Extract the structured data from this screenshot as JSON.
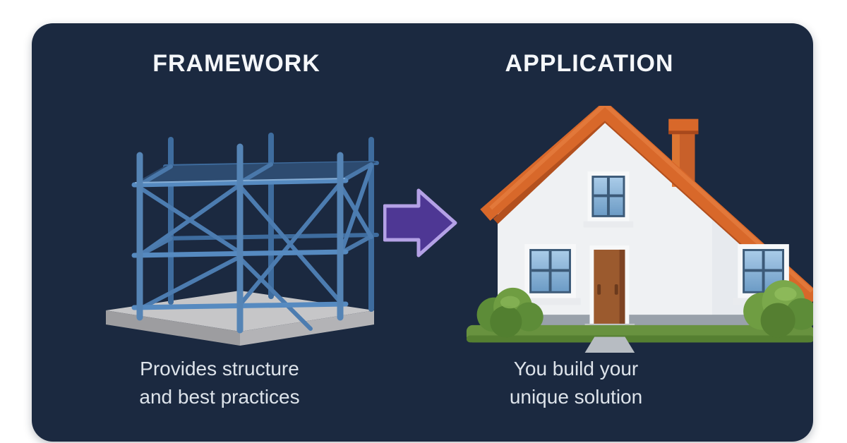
{
  "card": {
    "background": "#1b2940",
    "corner_radius": 30
  },
  "panels": [
    {
      "id": "framework",
      "title": "FRAMEWORK",
      "illustration": "scaffolding-icon",
      "caption_lines": [
        "Provides structure",
        "and best practices"
      ]
    },
    {
      "id": "application",
      "title": "APPLICATION",
      "illustration": "house-icon",
      "caption_lines": [
        "You build your",
        "unique solution"
      ]
    }
  ],
  "arrow": {
    "icon": "right-arrow-icon",
    "direction": "right",
    "fill": "#4e3794",
    "stroke": "#b4a1e6"
  },
  "colors": {
    "card-bg": "#1b2940",
    "title-color": "#f5f7fa",
    "caption-color": "#dde3ea",
    "arrow-stroke": "#b4a1e6"
  },
  "palette": {
    "scaffold_blue": "#5584b5",
    "scaffold_blue_dark": "#3e6c9e",
    "slab_gray": "#c6c6c8",
    "roof_orange": "#d8682a",
    "wall_white": "#eff1f3",
    "door_brown": "#9b5a2e",
    "window_blue": "#8fb9dc",
    "grass_green": "#68923f",
    "bush_green": "#6f9d42"
  }
}
